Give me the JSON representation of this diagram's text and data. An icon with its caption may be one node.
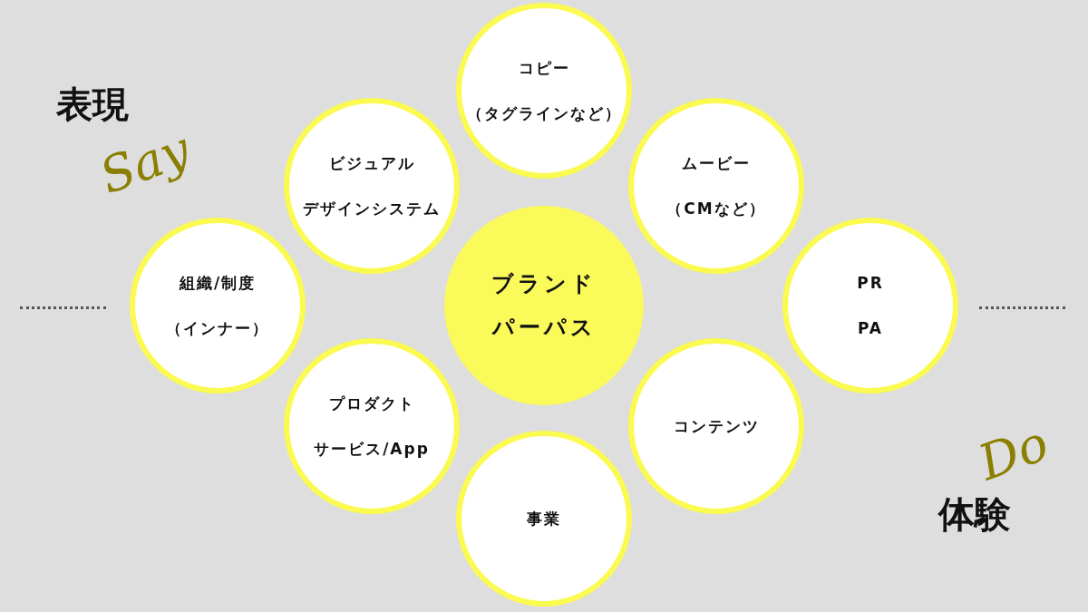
{
  "diagram": {
    "nodes": [
      {
        "text": [
          "コピー",
          "（タグラインなど）"
        ]
      },
      {
        "text": [
          "ビジュアル",
          "デザインシステム"
        ]
      },
      {
        "text": [
          "ムービー",
          "（CMなど）"
        ]
      },
      {
        "text": [
          "組織/制度",
          "（インナー）"
        ]
      },
      {
        "text": [
          "ブランドパーパス"
        ]
      },
      {
        "text": [
          "PR",
          "PA"
        ]
      },
      {
        "text": [
          "プロダクト",
          "サービス/App"
        ]
      },
      {
        "text": [
          "コンテンツ"
        ]
      },
      {
        "text": [
          "事業"
        ]
      }
    ],
    "edges": [],
    "labels": [
      "表現",
      "Say",
      "体験",
      "Do"
    ]
  }
}
